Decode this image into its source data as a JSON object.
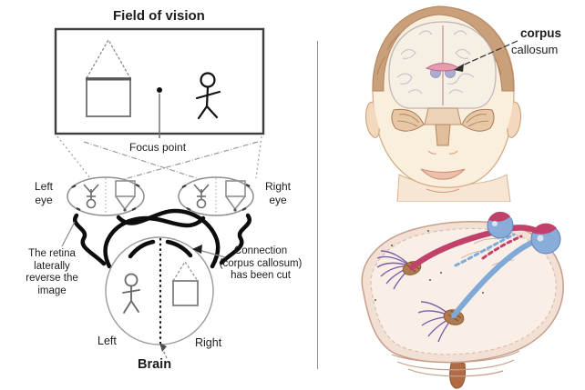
{
  "left_diagram": {
    "title": "Field of vision",
    "focus_point_label": "Focus point",
    "left_eye_label": {
      "lines": [
        "Left",
        "eye"
      ]
    },
    "right_eye_label": {
      "lines": [
        "Right",
        "eye"
      ]
    },
    "retina_note": {
      "lines": [
        "The retina",
        "laterally",
        "reverse the",
        "image"
      ]
    },
    "connection_note": {
      "lines": [
        "Connection",
        "(corpus callosum)",
        "has been cut"
      ]
    },
    "brain": {
      "left_label": "Left",
      "right_label": "Right",
      "caption": "Brain"
    }
  },
  "right_panel": {
    "corpus_callosum_label": {
      "bold_word": "corpus",
      "regular_word": "callosum"
    }
  },
  "icons": [
    "house-icon",
    "person-icon",
    "focus-point-dot",
    "left-eye-diagram",
    "right-eye-diagram",
    "optic-nerves",
    "brain-circle",
    "corpus-callosum-cut",
    "brain-person-icon",
    "brain-house-icon",
    "head-illustration",
    "corpus-callosum-highlight",
    "visual-pathway-illustration",
    "eye-spheres"
  ],
  "palette": {
    "sketch_line": "#1a1a1a",
    "sketch_gray": "#8a8a8a",
    "divider_gray": "#8f8f8f",
    "skin": "#faeedd",
    "scalp_brown": "#caa07b",
    "brain_cream": "#f6efe3",
    "corpus_pink": "#e59cb1",
    "corpus_blue": "#aaadd2",
    "tract_pink": "#c2416b",
    "tract_blue": "#7fa9d6",
    "radiation_purple": "#7d5fa8",
    "stem_brown": "#b06b44"
  }
}
